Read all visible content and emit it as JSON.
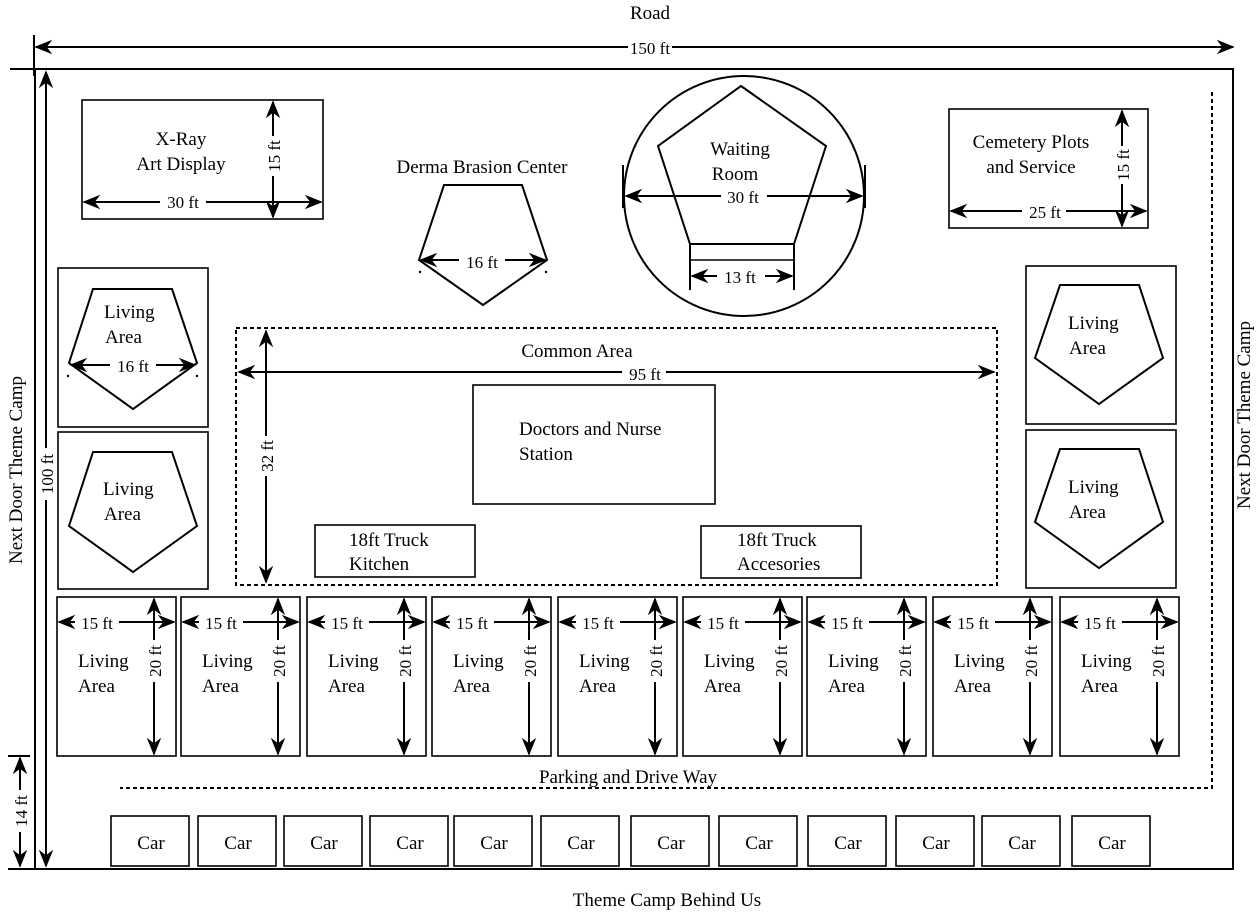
{
  "site": {
    "top_label": "Road",
    "bottom_label": "Theme Camp Behind Us",
    "left_label": "Next Door Theme Camp",
    "right_label": "Next Door Theme Camp",
    "width_dim": "150 ft",
    "height_dim": "100 ft",
    "parking_depth_dim": "14 ft"
  },
  "xray": {
    "title_line1": "X-Ray",
    "title_line2": "Art Display",
    "width_dim": "30 ft",
    "height_dim": "15 ft"
  },
  "derma": {
    "title": "Derma Brasion Center",
    "width_dim": "16 ft"
  },
  "waiting": {
    "title_line1": "Waiting",
    "title_line2": "Room",
    "diameter_dim": "30 ft",
    "entry_dim": "13 ft"
  },
  "cemetery": {
    "title_line1": "Cemetery Plots",
    "title_line2": "and Service",
    "width_dim": "25 ft",
    "height_dim": "15 ft"
  },
  "common": {
    "title": "Common Area",
    "width_dim": "95 ft",
    "height_dim": "32 ft",
    "station_line1": "Doctors and Nurse",
    "station_line2": "Station",
    "kitchen_line1": "18ft Truck",
    "kitchen_line2": "Kitchen",
    "acc_line1": "18ft Truck",
    "acc_line2": "Accesories"
  },
  "side_living": {
    "line1": "Living",
    "line2": "Area",
    "width_dim": "16 ft"
  },
  "living_row": {
    "line1": "Living",
    "line2": "Area",
    "width_dim": "15 ft",
    "depth_dim": "20 ft",
    "count": 9
  },
  "parking": {
    "title": "Parking and Drive Way",
    "car_label": "Car",
    "cars": [
      "Car",
      "Car",
      "Car",
      "Car",
      "Car",
      "Car",
      "Car",
      "Car",
      "Car",
      "Car",
      "Car",
      "Car"
    ]
  }
}
